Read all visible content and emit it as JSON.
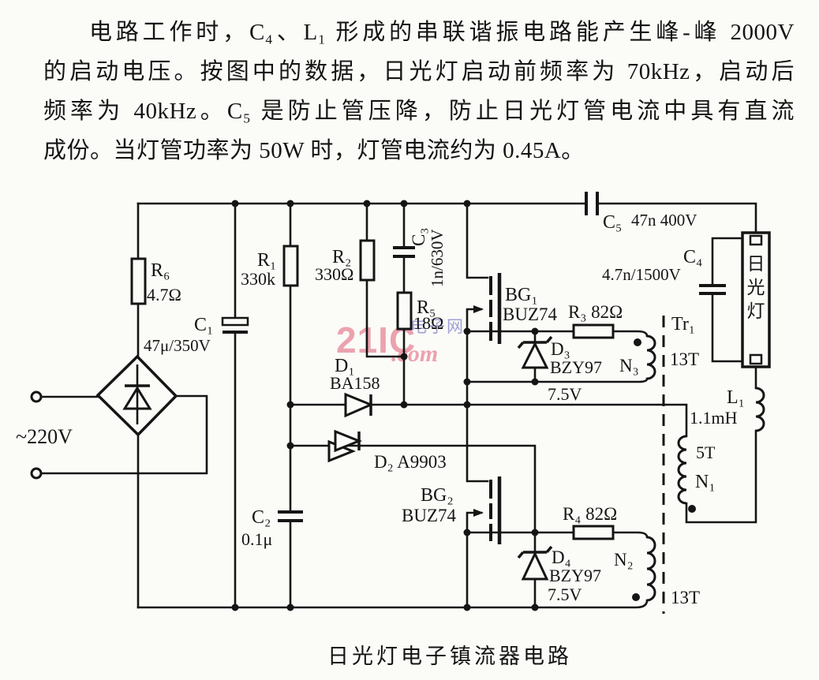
{
  "description": {
    "lines": [
      "电路工作时，C₄、L₁ 形成的串联谐振电路能产生峰-峰 2000V",
      "的启动电压。按图中的数据，日光灯启动前频率为 70kHz，启动后",
      "频率为 40kHz。C₅ 是防止管压降，防止日光灯管电流中具有直流",
      "成份。当灯管功率为 50W 时，灯管电流约为 0.45A。"
    ]
  },
  "caption": "日光灯电子镇流器电路",
  "watermark": {
    "big": "21IC",
    "dot": ".com",
    "cn": "电子网"
  },
  "colors": {
    "ink": "#151515",
    "watermark_pink": "#e78c9b",
    "watermark_blue": "#9696d0"
  },
  "labels": {
    "mains": "~220V",
    "r6": "R₆",
    "r6_val": "4.7Ω",
    "c1": "C₁",
    "c1_val": "47μ/350V",
    "r1": "R₁",
    "r1_val": "330k",
    "r2": "R₂",
    "r2_val": "330Ω",
    "c3": "C₃",
    "c3_val": "1n/630V",
    "r5": "R₅",
    "r5_val": "18Ω",
    "d1": "D₁",
    "d1_val": "BA158",
    "d2_full": "D₂ A9903",
    "c2": "C₂",
    "c2_val": "0.1μ",
    "bg1": "BG₁",
    "bg1_val": "BUZ74",
    "r3_full": "R₃ 82Ω",
    "d3": "D₃",
    "d3_val": "BZY97",
    "d3_volt": "7.5V",
    "n3": "N₃",
    "tr1": "Tr₁",
    "t13_top": "13T",
    "bg2": "BG₂",
    "bg2_val": "BUZ74",
    "r4_full": "R₄ 82Ω",
    "d4": "D₄",
    "d4_val": "BZY97",
    "d4_volt": "7.5V",
    "n2": "N₂",
    "t13_bot": "13T",
    "c5": "C₅",
    "c5_val": "47n 400V",
    "c4": "C₄",
    "c4_val": "4.7n/1500V",
    "lamp_c1": "日",
    "lamp_c2": "光",
    "lamp_c3": "灯",
    "l1": "L₁",
    "l1_val": "1.1mH",
    "t5": "5T",
    "n1": "N₁"
  }
}
